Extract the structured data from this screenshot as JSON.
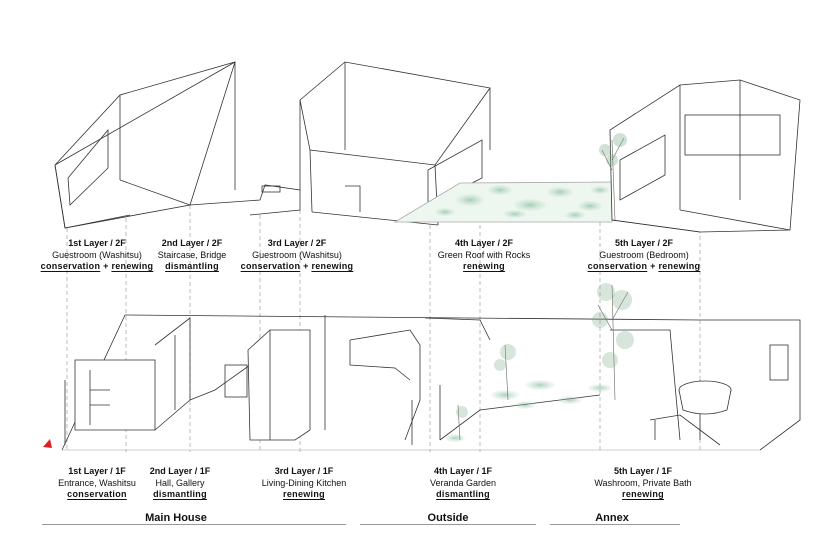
{
  "upper_layers": [
    {
      "title": "1st Layer / 2F",
      "room": "Guestroom (Washitsu)",
      "act1": "conservation",
      "plus": "+",
      "act2": "renewing"
    },
    {
      "title": "2nd Layer / 2F",
      "room": "Staircase, Bridge",
      "act1": "dismantling",
      "plus": "",
      "act2": ""
    },
    {
      "title": "3rd Layer / 2F",
      "room": "Guestroom (Washitsu)",
      "act1": "conservation",
      "plus": "+",
      "act2": "renewing"
    },
    {
      "title": "4th Layer / 2F",
      "room": "Green Roof with Rocks",
      "act1": "renewing",
      "plus": "",
      "act2": ""
    },
    {
      "title": "5th Layer / 2F",
      "room": "Guestroom (Bedroom)",
      "act1": "conservation",
      "plus": "+",
      "act2": "renewing"
    }
  ],
  "lower_layers": [
    {
      "title": "1st Layer / 1F",
      "room": "Entrance, Washitsu",
      "act1": "conservation",
      "plus": "",
      "act2": ""
    },
    {
      "title": "2nd Layer / 1F",
      "room": "Hall, Gallery",
      "act1": "dismantling",
      "plus": "",
      "act2": ""
    },
    {
      "title": "3rd Layer / 1F",
      "room": "Living-Dining Kitchen",
      "act1": "renewing",
      "plus": "",
      "act2": ""
    },
    {
      "title": "4th Layer / 1F",
      "room": "Veranda Garden",
      "act1": "dismantling",
      "plus": "",
      "act2": ""
    },
    {
      "title": "5th Layer / 1F",
      "room": "Washroom, Private Bath",
      "act1": "renewing",
      "plus": "",
      "act2": ""
    }
  ],
  "sections": {
    "main_house": "Main House",
    "outside": "Outside",
    "annex": "Annex"
  },
  "colors": {
    "line": "#333333",
    "dash": "#9a9a9a",
    "green": "#8fc3a0",
    "green_dark": "#5a9a72",
    "marker": "#e02020"
  }
}
